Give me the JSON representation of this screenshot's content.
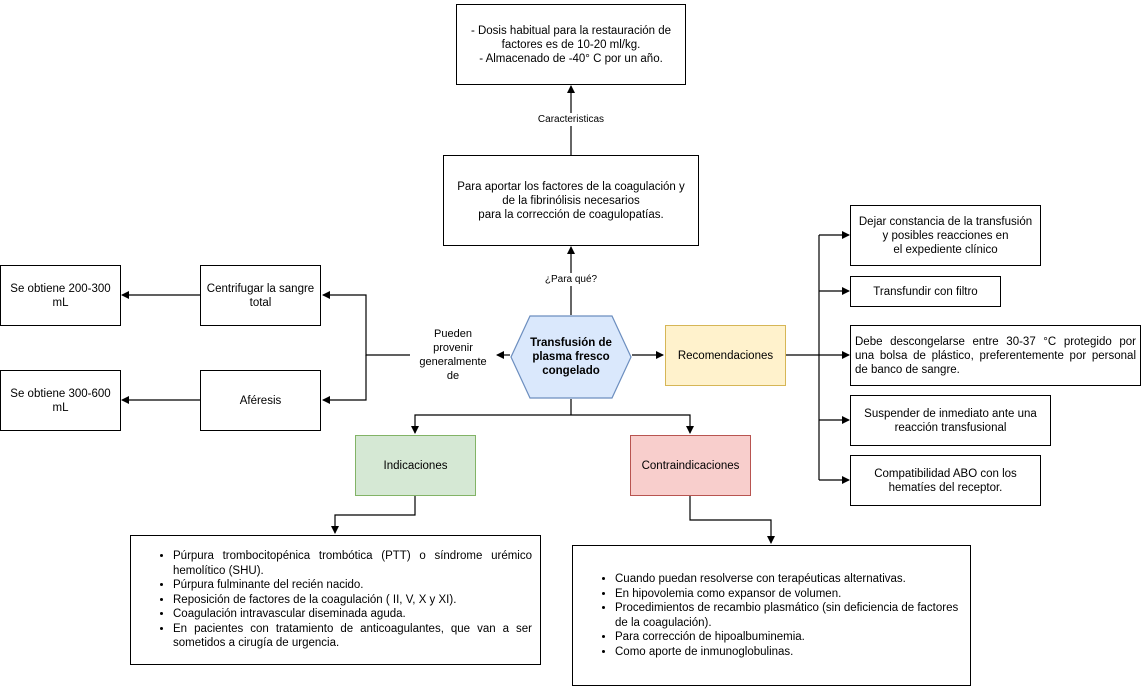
{
  "center": {
    "label_line1": "Transfusión de",
    "label_line2": "plasma fresco",
    "label_line3": "congelado"
  },
  "purpose": {
    "edge_label": "¿Para qué?",
    "line1": "Para aportar los factores de la coagulación y",
    "line2": "de la fibrinólisis necesarios",
    "line3": "para la corrección de coagulopatías."
  },
  "characteristics": {
    "edge_label": "Caracteristicas",
    "line1": "- Dosis habitual para la restauración de",
    "line2": "factores es de 10-20 ml/kg.",
    "line3": "- Almacenado de -40° C por un año."
  },
  "origin": {
    "edge_label_line1": "Pueden",
    "edge_label_line2": "provenir",
    "edge_label_line3": "generalmente",
    "edge_label_line4": "de",
    "centrifuge": {
      "line1": "Centrifugar la sangre",
      "line2": "total",
      "result_line1": "Se obtiene 200-300",
      "result_line2": "mL"
    },
    "apheresis": {
      "label": "Aféresis",
      "result_line1": "Se obtiene 300-600",
      "result_line2": "mL"
    }
  },
  "recommendations": {
    "title": "Recomendaciones",
    "items": [
      {
        "line1": "Dejar constancia de la transfusión",
        "line2": "y posibles reacciones en",
        "line3": "el expediente clínico"
      },
      {
        "line1": "Transfundir con filtro"
      },
      {
        "line1": "Debe descongelarse entre 30-37 °C protegido por",
        "line2": "una bolsa de plástico, preferentemente por personal",
        "line3": "de banco de sangre."
      },
      {
        "line1": "Suspender de inmediato ante una",
        "line2": "reacción transfusional"
      },
      {
        "line1": "Compatibilidad ABO con los",
        "line2": "hematíes del receptor."
      }
    ]
  },
  "indications": {
    "title": "Indicaciones",
    "items": [
      "Púrpura trombocitopénica trombótica (PTT) o síndrome urémico hemolítico (SHU).",
      "Púrpura fulminante del recién nacido.",
      "Reposición de factores de la coagulación ( II, V, X y XI).",
      "Coagulación intravascular diseminada aguda.",
      "En pacientes con tratamiento de anticoagulantes, que van a ser sometidos a cirugía de urgencia."
    ]
  },
  "contraindications": {
    "title": "Contraindicaciones",
    "items": [
      "Cuando puedan resolverse con terapéuticas alternativas.",
      "En hipovolemia como expansor de volumen.",
      "Procedimientos de recambio plasmático (sin deficiencia de factores de la coagulación).",
      "Para corrección de hipoalbuminemia.",
      "Como aporte de inmunoglobulinas."
    ]
  },
  "colors": {
    "center_fill": "#dae8fc",
    "center_stroke": "#6c8ebf",
    "recommendations_fill": "#fff2cc",
    "recommendations_stroke": "#d6b656",
    "indications_fill": "#d5e8d4",
    "indications_stroke": "#82b366",
    "contraindications_fill": "#f8cecc",
    "contraindications_stroke": "#b85450"
  }
}
